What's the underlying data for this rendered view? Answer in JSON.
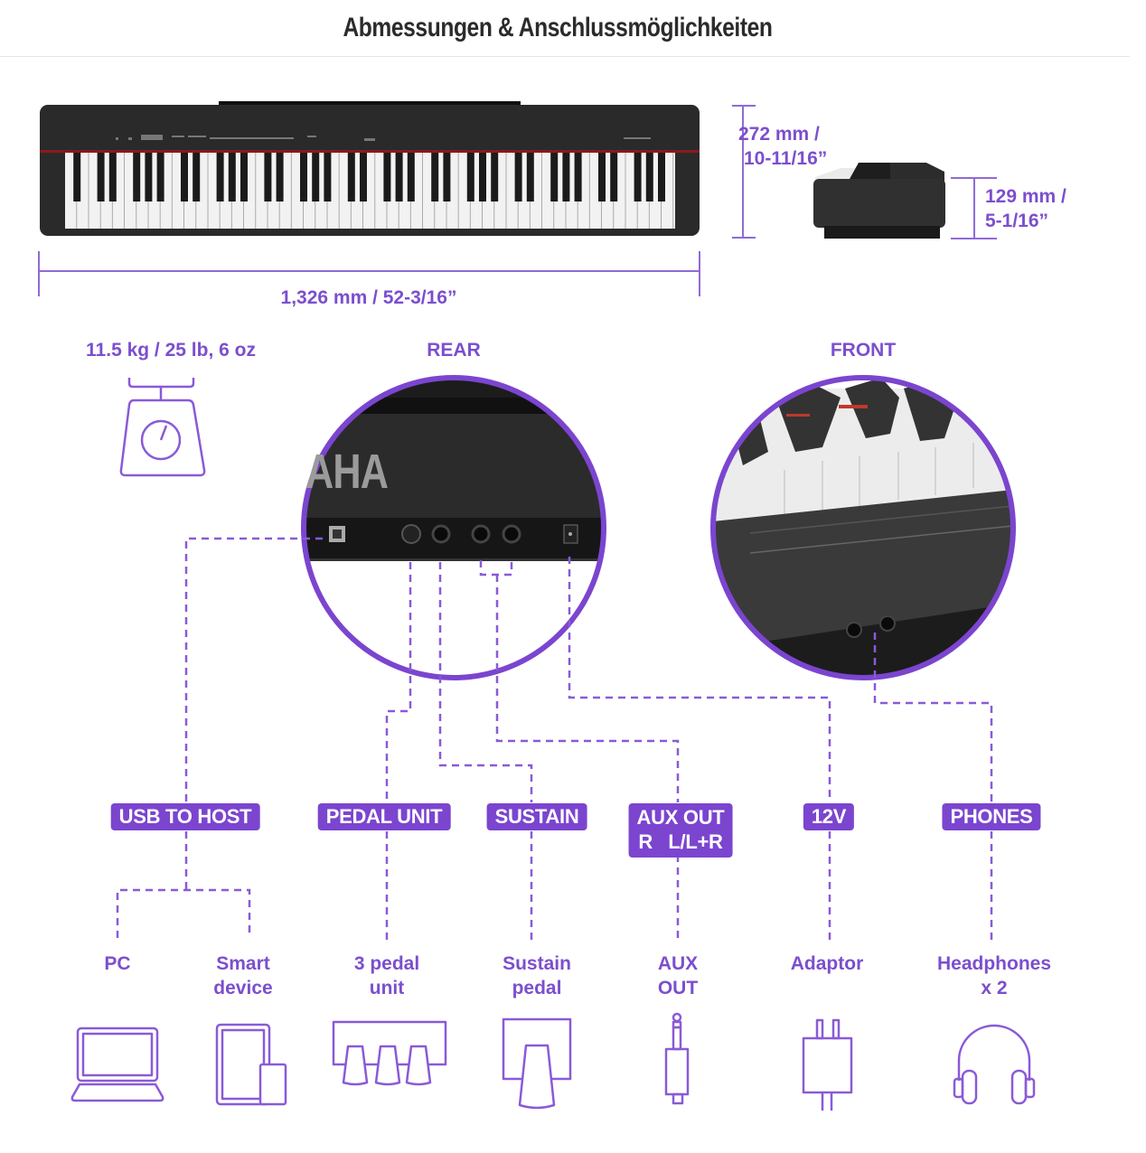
{
  "header": {
    "title": "Abmessungen & Anschlussmöglichkeiten"
  },
  "dimensions": {
    "width": "1,326 mm / 52-3/16”",
    "depth_line1": "272 mm /",
    "depth_line2": "10-11/16”",
    "height_line1": "129 mm /",
    "height_line2": "5-1/16”",
    "weight": "11.5 kg / 25 lb, 6 oz"
  },
  "views": {
    "rear": "REAR",
    "front": "FRONT",
    "rear_logo": "AHA"
  },
  "ports": [
    {
      "id": "usb",
      "label": "USB TO HOST"
    },
    {
      "id": "pedal",
      "label": "PEDAL UNIT"
    },
    {
      "id": "sustain",
      "label": "SUSTAIN"
    },
    {
      "id": "aux",
      "label_line1": "AUX OUT",
      "label_line2": "R   L/L+R"
    },
    {
      "id": "power",
      "label": "12V"
    },
    {
      "id": "phones",
      "label": "PHONES"
    }
  ],
  "devices": [
    {
      "id": "pc",
      "line1": "PC",
      "icon": "laptop-icon"
    },
    {
      "id": "smart",
      "line1": "Smart",
      "line2": "device",
      "icon": "tablet-phone-icon"
    },
    {
      "id": "pedal3",
      "line1": "3 pedal",
      "line2": "unit",
      "icon": "three-pedal-icon"
    },
    {
      "id": "sustainpedal",
      "line1": "Sustain",
      "line2": "pedal",
      "icon": "sustain-pedal-icon"
    },
    {
      "id": "auxout",
      "line1": "AUX",
      "line2": "OUT",
      "icon": "audio-jack-icon"
    },
    {
      "id": "adaptor",
      "line1": "Adaptor",
      "icon": "power-adaptor-icon"
    },
    {
      "id": "headphones",
      "line1": "Headphones",
      "line2": "x 2",
      "icon": "headphones-icon"
    }
  ],
  "colors": {
    "accent": "#7b45cf",
    "accent_text": "#7b4fce",
    "title": "#2b2b2b",
    "piano_body": "#2a2a2a"
  }
}
